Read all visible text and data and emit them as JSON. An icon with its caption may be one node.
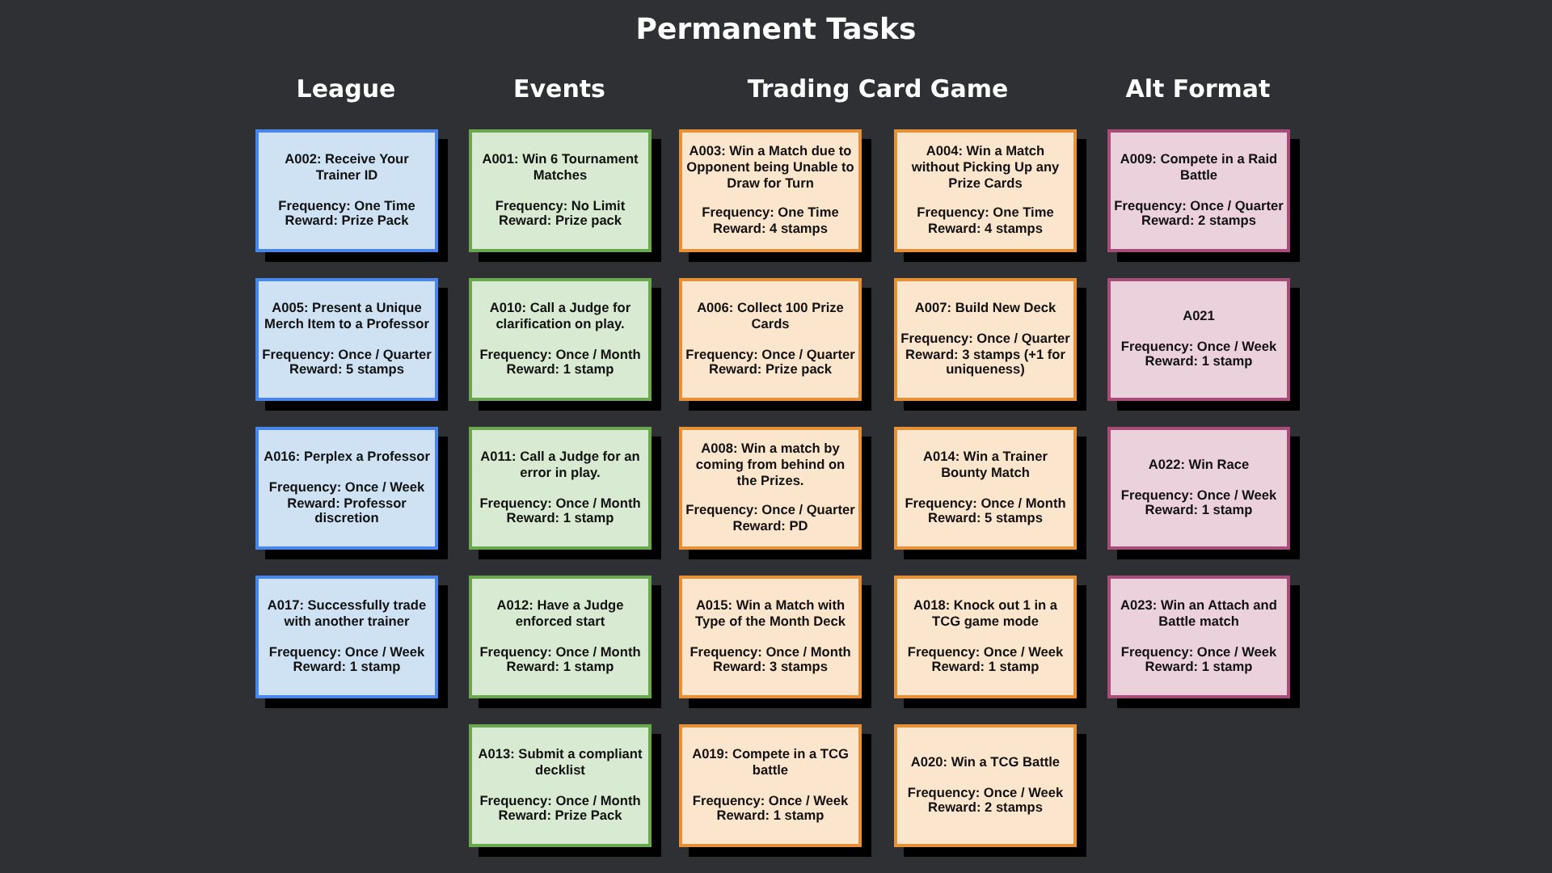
{
  "diagram": {
    "title": "Permanent Tasks",
    "labels": [
      "League",
      "Events",
      "Trading Card Game",
      "Alt Format"
    ],
    "nodes": [
      {
        "text": [
          "A002: Receive Your Trainer ID",
          "Frequency: One Time",
          "Reward: Prize Pack"
        ]
      },
      {
        "text": [
          "A005: Present a Unique Merch Item to a Professor",
          "Frequency: Once / Quarter",
          "Reward: 5 stamps"
        ]
      },
      {
        "text": [
          "A016: Perplex a Professor",
          "Frequency: Once / Week",
          "Reward: Professor discretion"
        ]
      },
      {
        "text": [
          "A017: Successfully trade with another trainer",
          "Frequency: Once / Week",
          "Reward: 1 stamp"
        ]
      },
      {
        "text": [
          "A001: Win 6 Tournament Matches",
          "Frequency: No Limit",
          "Reward: Prize pack"
        ]
      },
      {
        "text": [
          "A010: Call a Judge for clarification on play.",
          "Frequency: Once / Month",
          "Reward: 1 stamp"
        ]
      },
      {
        "text": [
          "A011: Call a Judge for an error in play.",
          "Frequency: Once / Month",
          "Reward: 1 stamp"
        ]
      },
      {
        "text": [
          "A012: Have a Judge enforced start",
          "Frequency: Once / Month",
          "Reward: 1 stamp"
        ]
      },
      {
        "text": [
          "A013: Submit a compliant decklist",
          "Frequency: Once / Month",
          "Reward: Prize Pack"
        ]
      },
      {
        "text": [
          "A003: Win a Match due to Opponent being Unable to Draw for Turn",
          "Frequency: One Time",
          "Reward: 4 stamps"
        ]
      },
      {
        "text": [
          "A004: Win a Match without Picking Up any Prize Cards",
          "Frequency: One Time",
          "Reward: 4 stamps"
        ]
      },
      {
        "text": [
          "A006: Collect 100 Prize Cards",
          "Frequency: Once / Quarter",
          "Reward: Prize pack"
        ]
      },
      {
        "text": [
          "A007: Build New Deck",
          "Frequency: Once / Quarter",
          "Reward: 3 stamps (+1 for uniqueness)"
        ]
      },
      {
        "text": [
          "A008: Win a match by coming from behind on the Prizes.",
          "Frequency: Once / Quarter",
          "Reward: PD"
        ]
      },
      {
        "text": [
          "A014: Win a Trainer Bounty Match",
          "Frequency: Once / Month",
          "Reward: 5 stamps"
        ]
      },
      {
        "text": [
          "A015: Win a Match with Type of the Month Deck",
          "Frequency: Once / Month",
          "Reward: 3 stamps"
        ]
      },
      {
        "text": [
          "A018: Knock out 1 in a TCG game mode",
          "Frequency: Once / Week",
          "Reward: 1 stamp"
        ]
      },
      {
        "text": [
          "A019: Compete in a TCG battle",
          "Frequency: Once / Week",
          "Reward: 1 stamp"
        ]
      },
      {
        "text": [
          "A020: Win a TCG Battle",
          "Frequency: Once / Week",
          "Reward: 2 stamps"
        ]
      },
      {
        "text": [
          "A009: Compete in a Raid Battle",
          "Frequency: Once / Quarter",
          "Reward: 2 stamps"
        ]
      },
      {
        "text": [
          "A021",
          "Frequency: Once / Week",
          "Reward: 1 stamp"
        ]
      },
      {
        "text": [
          "A022: Win Race",
          "Frequency: Once / Week",
          "Reward: 1 stamp"
        ]
      },
      {
        "text": [
          "A023: Win an Attach and Battle match",
          "Frequency: Once / Week",
          "Reward: 1 stamp"
        ]
      }
    ]
  }
}
